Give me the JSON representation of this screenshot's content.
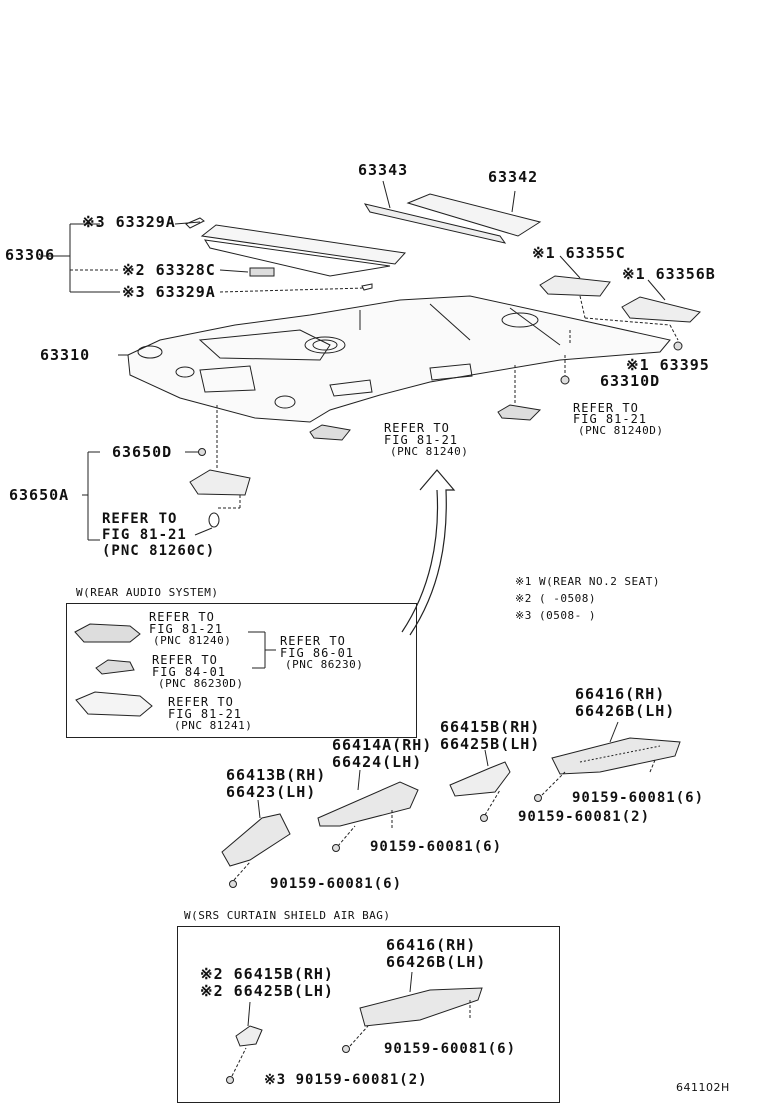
{
  "labels": {
    "p63343": "63343",
    "p63342": "63342",
    "p63329A_top": "※3 63329A",
    "p63306": "63306",
    "p63328C": "※2 63328C",
    "p63329A_bot": "※3 63329A",
    "p63355C": "※1 63355C",
    "p63356B": "※1 63356B",
    "p63310": "63310",
    "p63395": "※1 63395",
    "p63310D": "63310D",
    "p63650D": "63650D",
    "p63650A": "63650A",
    "p66416_a": "66416(RH)",
    "p66426B_a": "66426B(LH)",
    "p66415B_a": "66415B(RH)",
    "p66425B_a": "66425B(LH)",
    "p66414A": "66414A(RH)",
    "p66424": "66424(LH)",
    "p66413B": "66413B(RH)",
    "p66423": "66423(LH)",
    "bolt1": "90159-60081(6)",
    "bolt2": "90159-60081(2)",
    "bolt3": "90159-60081(6)",
    "bolt4": "90159-60081(6)",
    "p66416_b": "66416(RH)",
    "p66426B_b": "66426B(LH)",
    "p66415B_b": "※2 66415B(RH)",
    "p66425B_b": "※2 66425B(LH)",
    "bolt5": "90159-60081(6)",
    "bolt6": "※3 90159-60081(2)"
  },
  "refs": {
    "r1": [
      "REFER TO",
      "FIG 81-21",
      "(PNC 81240D)"
    ],
    "r2": [
      "REFER TO",
      "FIG 81-21",
      "(PNC 81240)"
    ],
    "r3": [
      "REFER TO",
      "FIG 81-21",
      "(PNC 81260C)"
    ]
  },
  "notes": {
    "n1": "※1 W(REAR NO.2 SEAT)",
    "n2": "※2 (      -0508)",
    "n3": "※3 (0508-      )"
  },
  "audio_box": {
    "title": "W(REAR AUDIO SYSTEM)",
    "a1": [
      "REFER TO",
      "FIG 81-21",
      "(PNC 81240)"
    ],
    "a2": [
      "REFER TO",
      "FIG 84-01",
      "(PNC 86230D)"
    ],
    "a3": [
      "REFER TO",
      "FIG 81-21",
      "(PNC 81241)"
    ],
    "a4": [
      "REFER TO",
      "FIG 86-01",
      "(PNC 86230)"
    ]
  },
  "srs_box": {
    "title": "W(SRS CURTAIN SHIELD AIR BAG)"
  },
  "figure_id": "641102H"
}
